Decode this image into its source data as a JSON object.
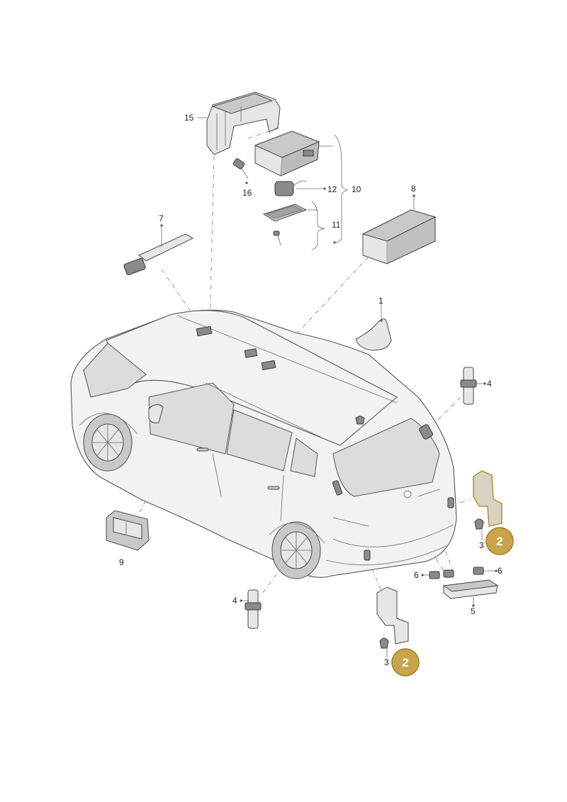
{
  "callouts": {
    "c1": "1",
    "c3a": "3",
    "c3b": "3",
    "c4a": "4",
    "c4b": "4",
    "c5": "5",
    "c6a": "6",
    "c6b": "6",
    "c7": "7",
    "c8": "8",
    "c9": "9",
    "c10": "10",
    "c11": "11",
    "c12": "12",
    "c15": "15",
    "c16": "16"
  },
  "badges": {
    "b2a": "2",
    "b2b": "2"
  },
  "colors": {
    "badge_fill": "#c9a44a",
    "badge_stroke": "#a07e2a",
    "highlight_part": "#b8953a"
  }
}
